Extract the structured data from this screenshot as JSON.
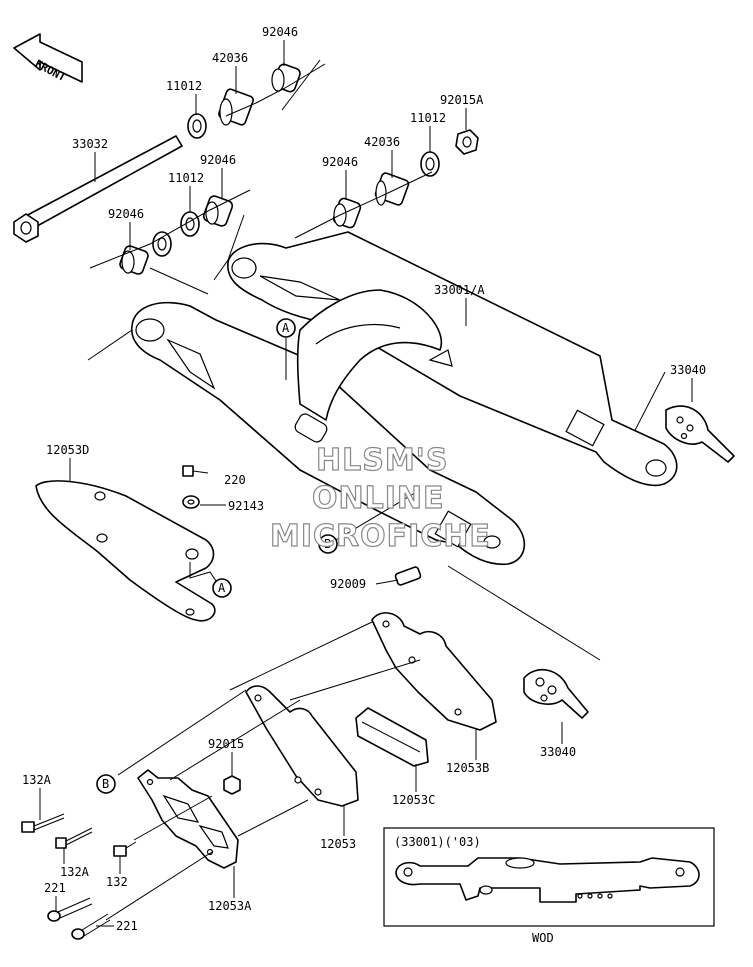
{
  "diagram": {
    "orientation": "FRONT",
    "part_labels": [
      "92046",
      "42036",
      "11012",
      "92015A",
      "33032",
      "92046",
      "11012",
      "92046",
      "42036",
      "11012",
      "92046",
      "33001/A",
      "33040",
      "12053D",
      "220",
      "92143",
      "92009",
      "33040",
      "92015",
      "132A",
      "12053B",
      "12053C",
      "132A",
      "132",
      "12053",
      "221",
      "221",
      "12053A"
    ],
    "callouts": [
      "A",
      "A",
      "B",
      "B"
    ],
    "inset": {
      "title": "(33001)('03)",
      "caption": "WOD"
    },
    "watermark": [
      "HLSM'S",
      "ONLINE",
      "MICROFICHE"
    ]
  }
}
